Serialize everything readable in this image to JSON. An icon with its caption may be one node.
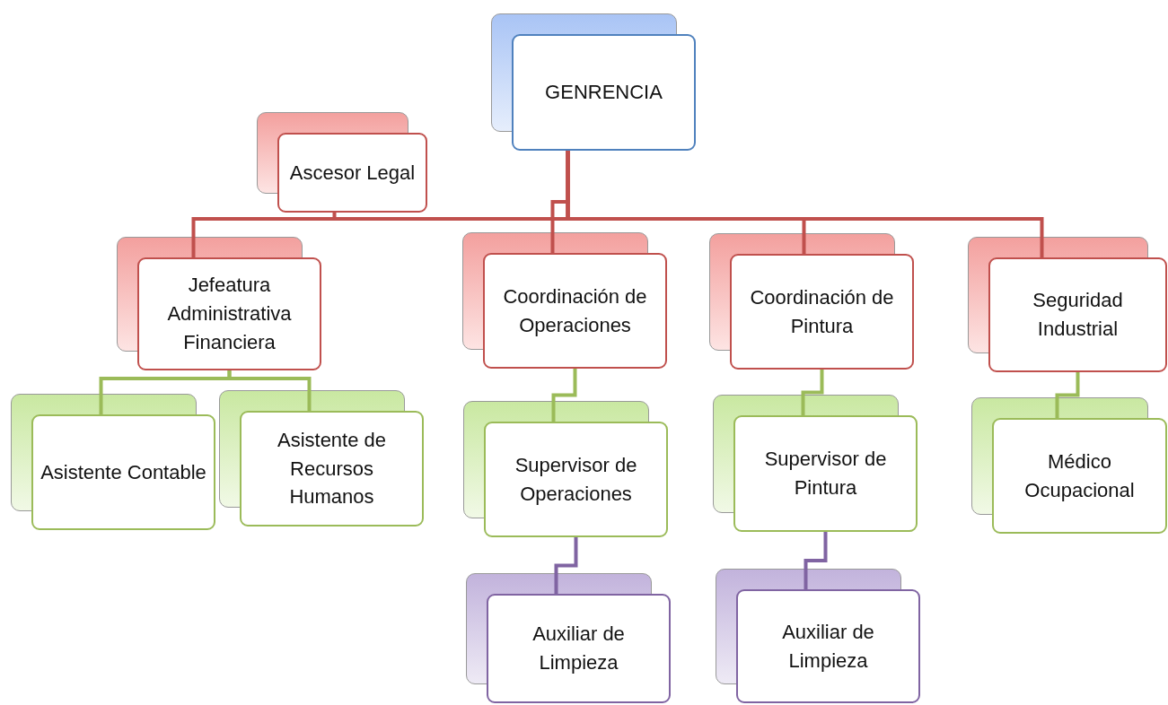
{
  "diagram": {
    "nodes": [
      {
        "text": [
          "GENRENCIA"
        ]
      },
      {
        "text": [
          "Ascesor Legal"
        ]
      },
      {
        "text": [
          "Jefeatura Administrativa Financiera"
        ]
      },
      {
        "text": [
          "Coordinación de Operaciones"
        ]
      },
      {
        "text": [
          "Coordinación de Pintura"
        ]
      },
      {
        "text": [
          "Seguridad Industrial"
        ]
      },
      {
        "text": [
          "Asistente Contable"
        ]
      },
      {
        "text": [
          "Asistente de Recursos Humanos"
        ]
      },
      {
        "text": [
          "Supervisor de Operaciones"
        ]
      },
      {
        "text": [
          "Supervisor de Pintura"
        ]
      },
      {
        "text": [
          "Médico Ocupacional"
        ]
      },
      {
        "text": [
          "Auxiliar de Limpieza"
        ]
      },
      {
        "text": [
          "Auxiliar de Limpieza"
        ]
      }
    ],
    "edges": [
      {
        "from": 0,
        "to": 1,
        "arrow": "none"
      },
      {
        "from": 0,
        "to": 2,
        "arrow": "none"
      },
      {
        "from": 0,
        "to": 3,
        "arrow": "none"
      },
      {
        "from": 0,
        "to": 4,
        "arrow": "none"
      },
      {
        "from": 0,
        "to": 5,
        "arrow": "none"
      },
      {
        "from": 2,
        "to": 6,
        "arrow": "none",
        "color": "#9bbb59"
      },
      {
        "from": 2,
        "to": 7,
        "arrow": "none",
        "color": "#9bbb59"
      },
      {
        "from": 3,
        "to": 8,
        "arrow": "none",
        "color": "#9bbb59"
      },
      {
        "from": 4,
        "to": 9,
        "arrow": "none",
        "color": "#9bbb59"
      },
      {
        "from": 5,
        "to": 10,
        "arrow": "none",
        "color": "#9bbb59"
      },
      {
        "from": 8,
        "to": 11,
        "arrow": "none",
        "color": "#8064a2"
      },
      {
        "from": 9,
        "to": 12,
        "arrow": "none",
        "color": "#8064a2"
      }
    ]
  }
}
